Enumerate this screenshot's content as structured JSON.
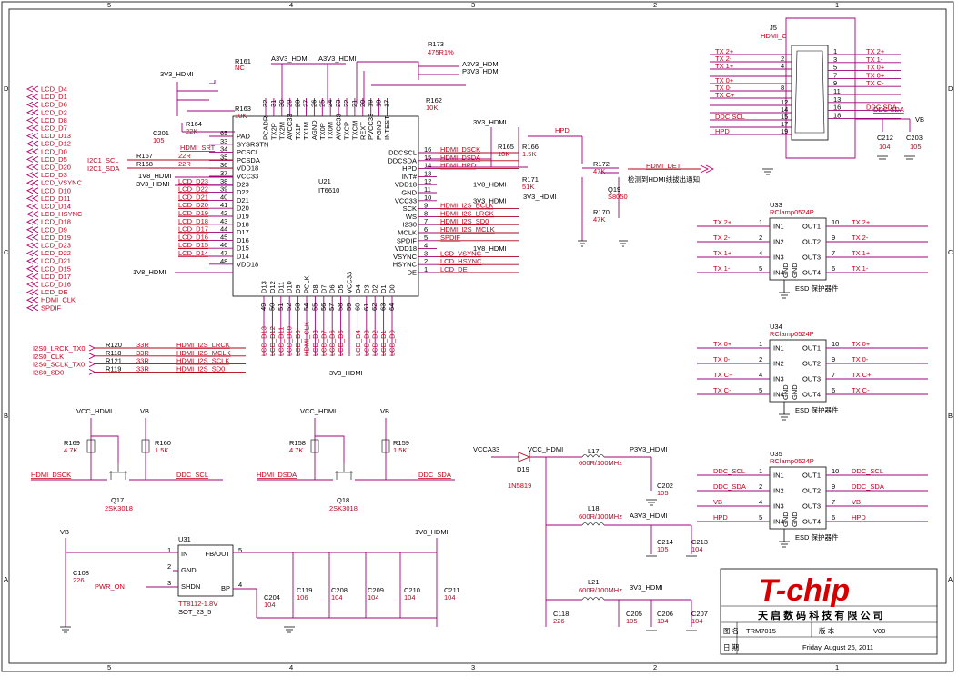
{
  "title_block": {
    "logo": "T-chip",
    "company": "天 启 数 码 科 技 有 限 公 司",
    "drawing_label": "图 名",
    "drawing": "TRM7015",
    "version_label": "版 本",
    "version": "V00",
    "date_label": "日 期",
    "date": "Friday, August 26, 2011"
  },
  "border": {
    "cols": [
      "5",
      "4",
      "3",
      "2",
      "1"
    ],
    "rows": [
      "D",
      "C",
      "B",
      "A"
    ]
  },
  "lcd_nets": [
    "LCD_D4",
    "LCD_D1",
    "LCD_D6",
    "LCD_D2",
    "LCD_D8",
    "LCD_D7",
    "LCD_D13",
    "LCD_D12",
    "LCD_D0",
    "LCD_D5",
    "LCD_D20",
    "LCD_D3",
    "LCD_VSYNC",
    "LCD_D10",
    "LCD_D11",
    "LCD_D14",
    "LCD_HSYNC",
    "LCD_D18",
    "LCD_D9",
    "LCD_D19",
    "LCD_D23",
    "LCD_D22",
    "LCD_D21",
    "LCD_D15",
    "LCD_D17",
    "LCD_D16",
    "LCD_DE",
    "HDMI_CLK",
    "SPDIF"
  ],
  "i2c": {
    "scl": "I2C1_SCL",
    "sda": "I2C1_SDA"
  },
  "u21": {
    "ref": "U21",
    "part": "IT6610",
    "left_pins": [
      [
        "65",
        "PAD"
      ],
      [
        "33",
        "SYSRSTN"
      ],
      [
        "34",
        "PCSCL"
      ],
      [
        "35",
        "PCSDA"
      ],
      [
        "36",
        "VDD18"
      ],
      [
        "37",
        "VCC33"
      ],
      [
        "38",
        "D23"
      ],
      [
        "39",
        "D22"
      ],
      [
        "40",
        "D21"
      ],
      [
        "41",
        "D20"
      ],
      [
        "42",
        "D19"
      ],
      [
        "43",
        "D18"
      ],
      [
        "44",
        "D17"
      ],
      [
        "45",
        "D16"
      ],
      [
        "46",
        "D15"
      ],
      [
        "47",
        "D14"
      ],
      [
        "48",
        "VDD18"
      ]
    ],
    "top_pins": [
      [
        "32",
        "PCADR"
      ],
      [
        "31",
        "TX2P"
      ],
      [
        "30",
        "TX2M"
      ],
      [
        "29",
        "AVCC33"
      ],
      [
        "28",
        "TX1P"
      ],
      [
        "27",
        "TX1M"
      ],
      [
        "26",
        "AGND"
      ],
      [
        "25",
        "TX0P"
      ],
      [
        "24",
        "TX0M"
      ],
      [
        "23",
        "AVCC33"
      ],
      [
        "22",
        "TXCP"
      ],
      [
        "21",
        "TXCM"
      ],
      [
        "20",
        "REXT"
      ],
      [
        "19",
        "PVCC33"
      ],
      [
        "18",
        "PGND"
      ],
      [
        "17",
        "INTEST"
      ]
    ],
    "right_pins": [
      [
        "16",
        "DDCSCL"
      ],
      [
        "15",
        "DDCSDA"
      ],
      [
        "14",
        "HPD"
      ],
      [
        "13",
        "INT#"
      ],
      [
        "12",
        "VDD18"
      ],
      [
        "11",
        "GND"
      ],
      [
        "10",
        "VCC33"
      ],
      [
        "9",
        "SCK"
      ],
      [
        "8",
        "WS"
      ],
      [
        "7",
        "I2S0"
      ],
      [
        "6",
        "MCLK"
      ],
      [
        "5",
        "SPDIF"
      ],
      [
        "4",
        "VDD18"
      ],
      [
        "3",
        "VSYNC"
      ],
      [
        "2",
        "HSYNC"
      ],
      [
        "1",
        "DE"
      ]
    ],
    "bottom_pins": [
      [
        "49",
        "D13"
      ],
      [
        "50",
        "D12"
      ],
      [
        "51",
        "D11"
      ],
      [
        "52",
        "D10"
      ],
      [
        "53",
        "D9"
      ],
      [
        "54",
        "PCLK"
      ],
      [
        "55",
        "D8"
      ],
      [
        "56",
        "D7"
      ],
      [
        "57",
        "D6"
      ],
      [
        "58",
        "D5"
      ],
      [
        "59",
        "VCC33"
      ],
      [
        "60",
        "D4"
      ],
      [
        "61",
        "D3"
      ],
      [
        "62",
        "D2"
      ],
      [
        "63",
        "D1"
      ],
      [
        "64",
        "D0"
      ]
    ],
    "left_nets": [
      "HDMI_SRT",
      "I2C1_SCL",
      "I2C1_SDA",
      "",
      "",
      "",
      "LCD_D23",
      "LCD_D22",
      "LCD_D21",
      "LCD_D20",
      "LCD_D19",
      "LCD_D18",
      "LCD_D17",
      "LCD_D16",
      "LCD_D15",
      "LCD_D14",
      ""
    ],
    "right_nets": [
      "HDMI_DSCK",
      "HDMI_DSDA",
      "HDMI_HPD",
      "",
      "1V8_HDMI",
      "",
      "3V3_HDMI",
      "HDMI_I2S_BCLK",
      "HDMI_I2S_LRCK",
      "HDMI_I2S_SD0",
      "HDMI_I2S_MCLK",
      "SPDIF",
      "1V8_HDMI",
      "LCD_VSYNC",
      "LCD_HSYNC",
      "LCD_DE"
    ],
    "bottom_nets": [
      "LCD_D13",
      "LCD_D12",
      "LCD_D11",
      "LCD_D10",
      "LCD_D9",
      "HDMI_CLK",
      "LCD_D8",
      "LCD_D7",
      "LCD_D6",
      "LCD_D5",
      "",
      "LCD_D4",
      "LCD_D3",
      "LCD_D2",
      "LCD_D1",
      "LCD_D0"
    ]
  },
  "labels": {
    "v3v3": "3V3_HDMI",
    "v1v8": "1V8_HDMI",
    "a3v3": "A3V3_HDMI",
    "p3v3": "P3V3_HDMI",
    "vcc_hdmi": "VCC_HDMI",
    "vb": "VB",
    "vcca33": "VCCA33",
    "hpd": "HPD",
    "hdmi_det": "HDMI_DET",
    "pwr_on": "PWR_ON",
    "ddc_scl": "DDC_SCL",
    "ddc_sda": "DDC_SDA",
    "hdmi_dsck": "HDMI_DSCK",
    "hdmi_dsda": "HDMI_DSDA",
    "det_note": "检测到HDMI线拔出通知",
    "esd_note": "ESD 保护器件",
    "hdmi_c": "HDMI_C"
  },
  "parts": {
    "r161": [
      "R161",
      "NC"
    ],
    "r163": [
      "R163",
      "10K"
    ],
    "r164": [
      "R164",
      "22K"
    ],
    "c201": [
      "C201",
      "105"
    ],
    "r167": [
      "R167",
      "22R"
    ],
    "r168": [
      "R168",
      "22R"
    ],
    "r173": [
      "R173",
      "475R1%"
    ],
    "r162": [
      "R162",
      "10K"
    ],
    "r165": [
      "R165",
      "10K"
    ],
    "r166": [
      "R166",
      "1.5K"
    ],
    "r171": [
      "R171",
      "51K"
    ],
    "r172": [
      "R172",
      "47K"
    ],
    "r170": [
      "R170",
      "47K"
    ],
    "q19": [
      "Q19",
      "S8050"
    ],
    "r120": [
      "R120",
      "33R"
    ],
    "r118": [
      "R118",
      "33R"
    ],
    "r121": [
      "R121",
      "33R"
    ],
    "r119": [
      "R119",
      "33R"
    ],
    "r169": [
      "R169",
      "4.7K"
    ],
    "r160": [
      "R160",
      "1.5K"
    ],
    "q17": [
      "Q17",
      "2SK3018"
    ],
    "r158": [
      "R158",
      "4.7K"
    ],
    "r159": [
      "R159",
      "1.5K"
    ],
    "q18": [
      "Q18",
      "2SK3018"
    ],
    "u31": [
      "U31",
      "TT8112-1.8V",
      "SOT_23_5"
    ],
    "c108": [
      "C108",
      "226"
    ],
    "c204": [
      "C204",
      "104"
    ],
    "c119": [
      "C119",
      "106"
    ],
    "c208": [
      "C208",
      "104"
    ],
    "c209": [
      "C209",
      "104"
    ],
    "c210": [
      "C210",
      "104"
    ],
    "c211": [
      "C211",
      "104"
    ],
    "d19": [
      "D19",
      "1N5819"
    ],
    "l17": [
      "L17",
      "600R/100MHz"
    ],
    "c202": [
      "C202",
      "105"
    ],
    "l18": [
      "L18",
      "600R/100MHz"
    ],
    "c214": [
      "C214",
      "105"
    ],
    "c213": [
      "C213",
      "104"
    ],
    "l21": [
      "L21",
      "600R/100MHz"
    ],
    "c118": [
      "C118",
      "226"
    ],
    "c205": [
      "C205",
      "105"
    ],
    "c206": [
      "C206",
      "104"
    ],
    "c207": [
      "C207",
      "104"
    ],
    "j5": [
      "J5",
      "HDMI_C"
    ],
    "c212": [
      "C212",
      "104"
    ],
    "c203": [
      "C203",
      "105"
    ],
    "u33": "U33",
    "u34": "U34",
    "u35": "U35",
    "rclamp": "RClamp0524P"
  },
  "i2s_in": [
    "I2S0_LRCK_TX0",
    "I2S0_CLK",
    "I2S0_SCLK_TX0",
    "I2S0_SD0"
  ],
  "i2s_out": [
    "HDMI_I2S_LRCK",
    "HDMI_I2S_MCLK",
    "HDMI_I2S_SCLK",
    "HDMI_I2S_SD0"
  ],
  "u31_pins": {
    "l": [
      [
        "1",
        "IN"
      ],
      [
        "2",
        "GND"
      ],
      [
        "3",
        "SHDN"
      ]
    ],
    "r": [
      [
        "5",
        "FB/OUT"
      ],
      [
        "4",
        "BP"
      ]
    ]
  },
  "j5_left": [
    [
      "TX 2+",
      ""
    ],
    [
      "TX 2-",
      "2"
    ],
    [
      "TX 1+",
      "4"
    ],
    [
      "",
      ""
    ],
    [
      "TX 0+",
      ""
    ],
    [
      "TX 0-",
      "8"
    ],
    [
      "TX C+",
      ""
    ],
    [
      "",
      "12"
    ],
    [
      "",
      "14"
    ],
    [
      "DDC SCL",
      "15"
    ],
    [
      "",
      "17"
    ],
    [
      "HPD",
      "19"
    ]
  ],
  "j5_right": [
    [
      "TX 2+",
      "1"
    ],
    [
      "TX 1-",
      "3"
    ],
    [
      "TX 0+",
      "5"
    ],
    [
      "TX 0+",
      "7"
    ],
    [
      "TX C-",
      "9"
    ],
    [
      "",
      "11"
    ],
    [
      "",
      "13"
    ],
    [
      "DDC SDA",
      "16"
    ],
    [
      "",
      "18"
    ]
  ],
  "u33": {
    "in": [
      [
        "TX 2+",
        "1"
      ],
      [
        "TX 2-",
        "2"
      ],
      [
        "TX 1+",
        "4"
      ],
      [
        "TX 1-",
        "5"
      ]
    ],
    "out": [
      [
        "TX 2+",
        "10"
      ],
      [
        "TX 2-",
        "9"
      ],
      [
        "TX 1+",
        "7"
      ],
      [
        "TX 1-",
        "6"
      ]
    ]
  },
  "u34": {
    "in": [
      [
        "TX 0+",
        "1"
      ],
      [
        "TX 0-",
        "2"
      ],
      [
        "TX C+",
        "4"
      ],
      [
        "TX C-",
        "5"
      ]
    ],
    "out": [
      [
        "TX 0+",
        "10"
      ],
      [
        "TX 0-",
        "9"
      ],
      [
        "TX C+",
        "7"
      ],
      [
        "TX C-",
        "6"
      ]
    ]
  },
  "u35": {
    "in": [
      [
        "DDC_SCL",
        "1"
      ],
      [
        "DDC_SDA",
        "2"
      ],
      [
        "VB",
        "4"
      ],
      [
        "HPD",
        "5"
      ]
    ],
    "out": [
      [
        "DDC_SCL",
        "10"
      ],
      [
        "DDC_SDA",
        "9"
      ],
      [
        "VB",
        "7"
      ],
      [
        "HPD",
        "6"
      ]
    ]
  },
  "clamp_pins": {
    "in": [
      "IN1",
      "IN2",
      "IN3",
      "IN4"
    ],
    "out": [
      "OUT1",
      "OUT2",
      "OUT3",
      "OUT4"
    ],
    "gnd": "GND"
  }
}
